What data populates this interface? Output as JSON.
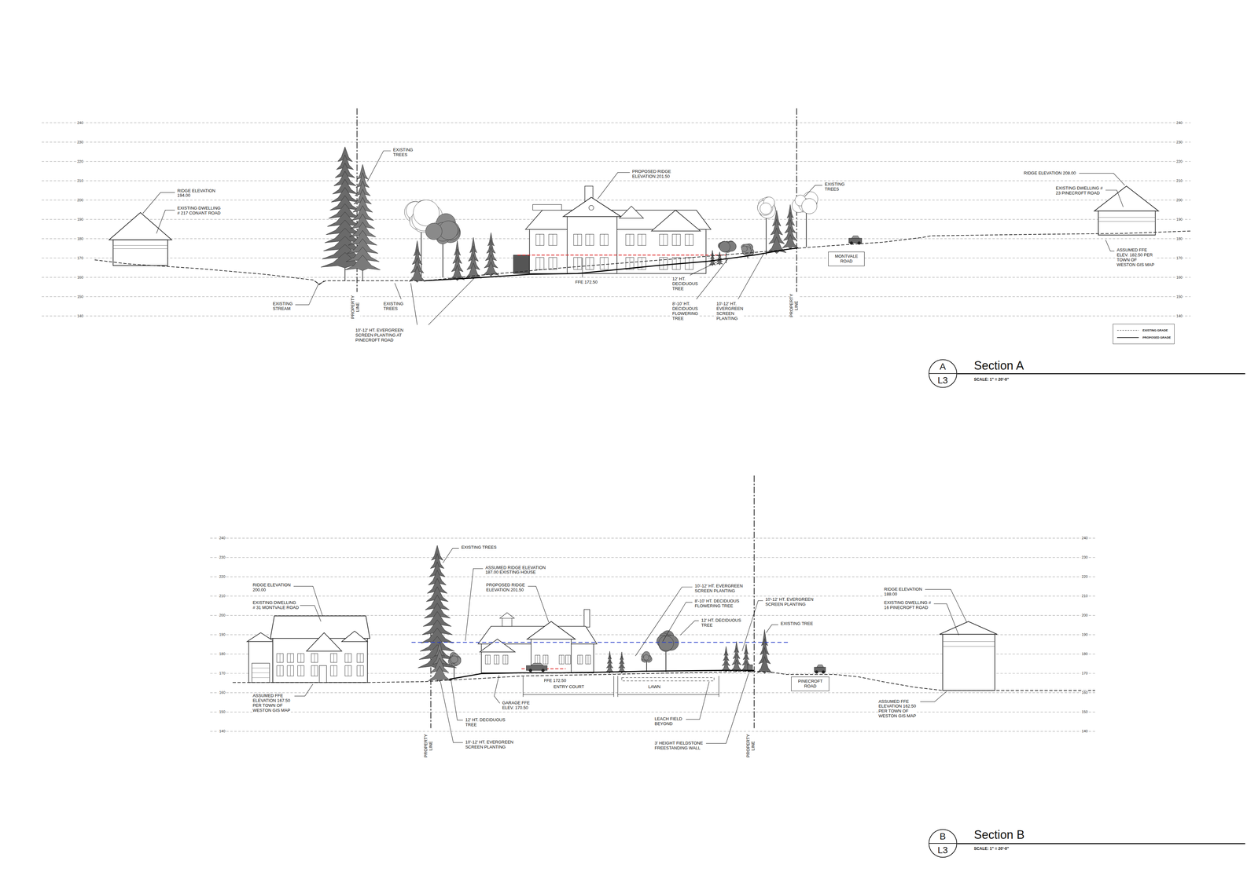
{
  "diagram": {
    "nodes": [
      {
        "text": [
          "MONTVALE ROAD"
        ]
      },
      {
        "text": [
          "A",
          "L3"
        ]
      },
      {
        "text": [
          "PINECROFT ROAD"
        ]
      },
      {
        "text": [
          "B",
          "L3"
        ]
      }
    ],
    "labels": [
      "240",
      "230",
      "220",
      "210",
      "200",
      "190",
      "180",
      "170",
      "160",
      "150",
      "140",
      "240",
      "230",
      "220",
      "210",
      "200",
      "190",
      "180",
      "170",
      "160",
      "150",
      "140",
      "RIDGE ELEVATION 194.00",
      "EXISTING DWELLING # 217 CONANT ROAD",
      "EXISTING TREES",
      "PROPOSED RIDGE ELEVATION 201.50",
      "EXISTING TREES",
      "RIDGE ELEVATION 208.00",
      "EXISTING DWELLING # 23 PINECROFT ROAD",
      "ASSUMED FFE ELEV. 182.50 PER TOWN OF WESTON GIS MAP",
      "FFE 172.50",
      "EXISTING STREAM",
      "PROPERTY LINE",
      "EXISTING TREES",
      "10'-12' HT. EVERGREEN SCREEN PLANTING AT PINECROFT ROAD",
      "12' HT. DECIDUOUS TREE",
      "8'-10' HT. DECIDUOUS FLOWERING TREE",
      "10'-12' HT. EVERGREEN SCREEN PLANTING",
      "PROPERTY LINE",
      "Section A",
      "SCALE: 1\" = 20'-0\"",
      "240",
      "230",
      "220",
      "210",
      "200",
      "190",
      "180",
      "170",
      "160",
      "150",
      "140",
      "240",
      "230",
      "220",
      "210",
      "200",
      "190",
      "180",
      "170",
      "160",
      "150",
      "140",
      "RIDGE ELEVATION 200.00",
      "EXISTING DWELLING # 31 MONTVALE ROAD",
      "EXISTING TREES",
      "ASSUMED RIDGE ELEVATION 187.00 EXISTING HOUSE",
      "PROPOSED RIDGE ELEVATION 201.50",
      "10'-12' HT. EVERGREEN SCREEN PLANTING",
      "8'-10' HT. DECIDUOUS FLOWERING TREE",
      "12' HT. DECIDUOUS TREE",
      "10'-12' HT. EVERGREEN SCREEN PLANTING",
      "EXISTING TREE",
      "RIDGE ELEVATION 188.00",
      "EXISTING DWELLING # 16 PINECROFT ROAD",
      "ASSUMED FFE ELEVATION 167.50 PER TOWN OF WESTON GIS MAP",
      "FFE 172.50",
      "ENTRY COURT",
      "LAWN",
      "GARAGE FFE ELEV. 170.50",
      "LEACH FIELD BEYOND",
      "12' HT. DECIDUOUS TREE",
      "10'-12' HT. EVERGREEN SCREEN PLANTING",
      "3' HEIGHT FIELDSTONE FREESTANDING WALL",
      "PROPERTY LINE",
      "PROPERTY LINE",
      "ASSUMED FFE ELEVATION 162.50 PER TOWN OF WESTON GIS MAP",
      "Section B",
      "SCALE: 1\" = 20'-0\""
    ],
    "legend": [
      {
        "text": "EXISTING GRADE"
      },
      {
        "text": "PROPOSED GRADE"
      }
    ]
  }
}
